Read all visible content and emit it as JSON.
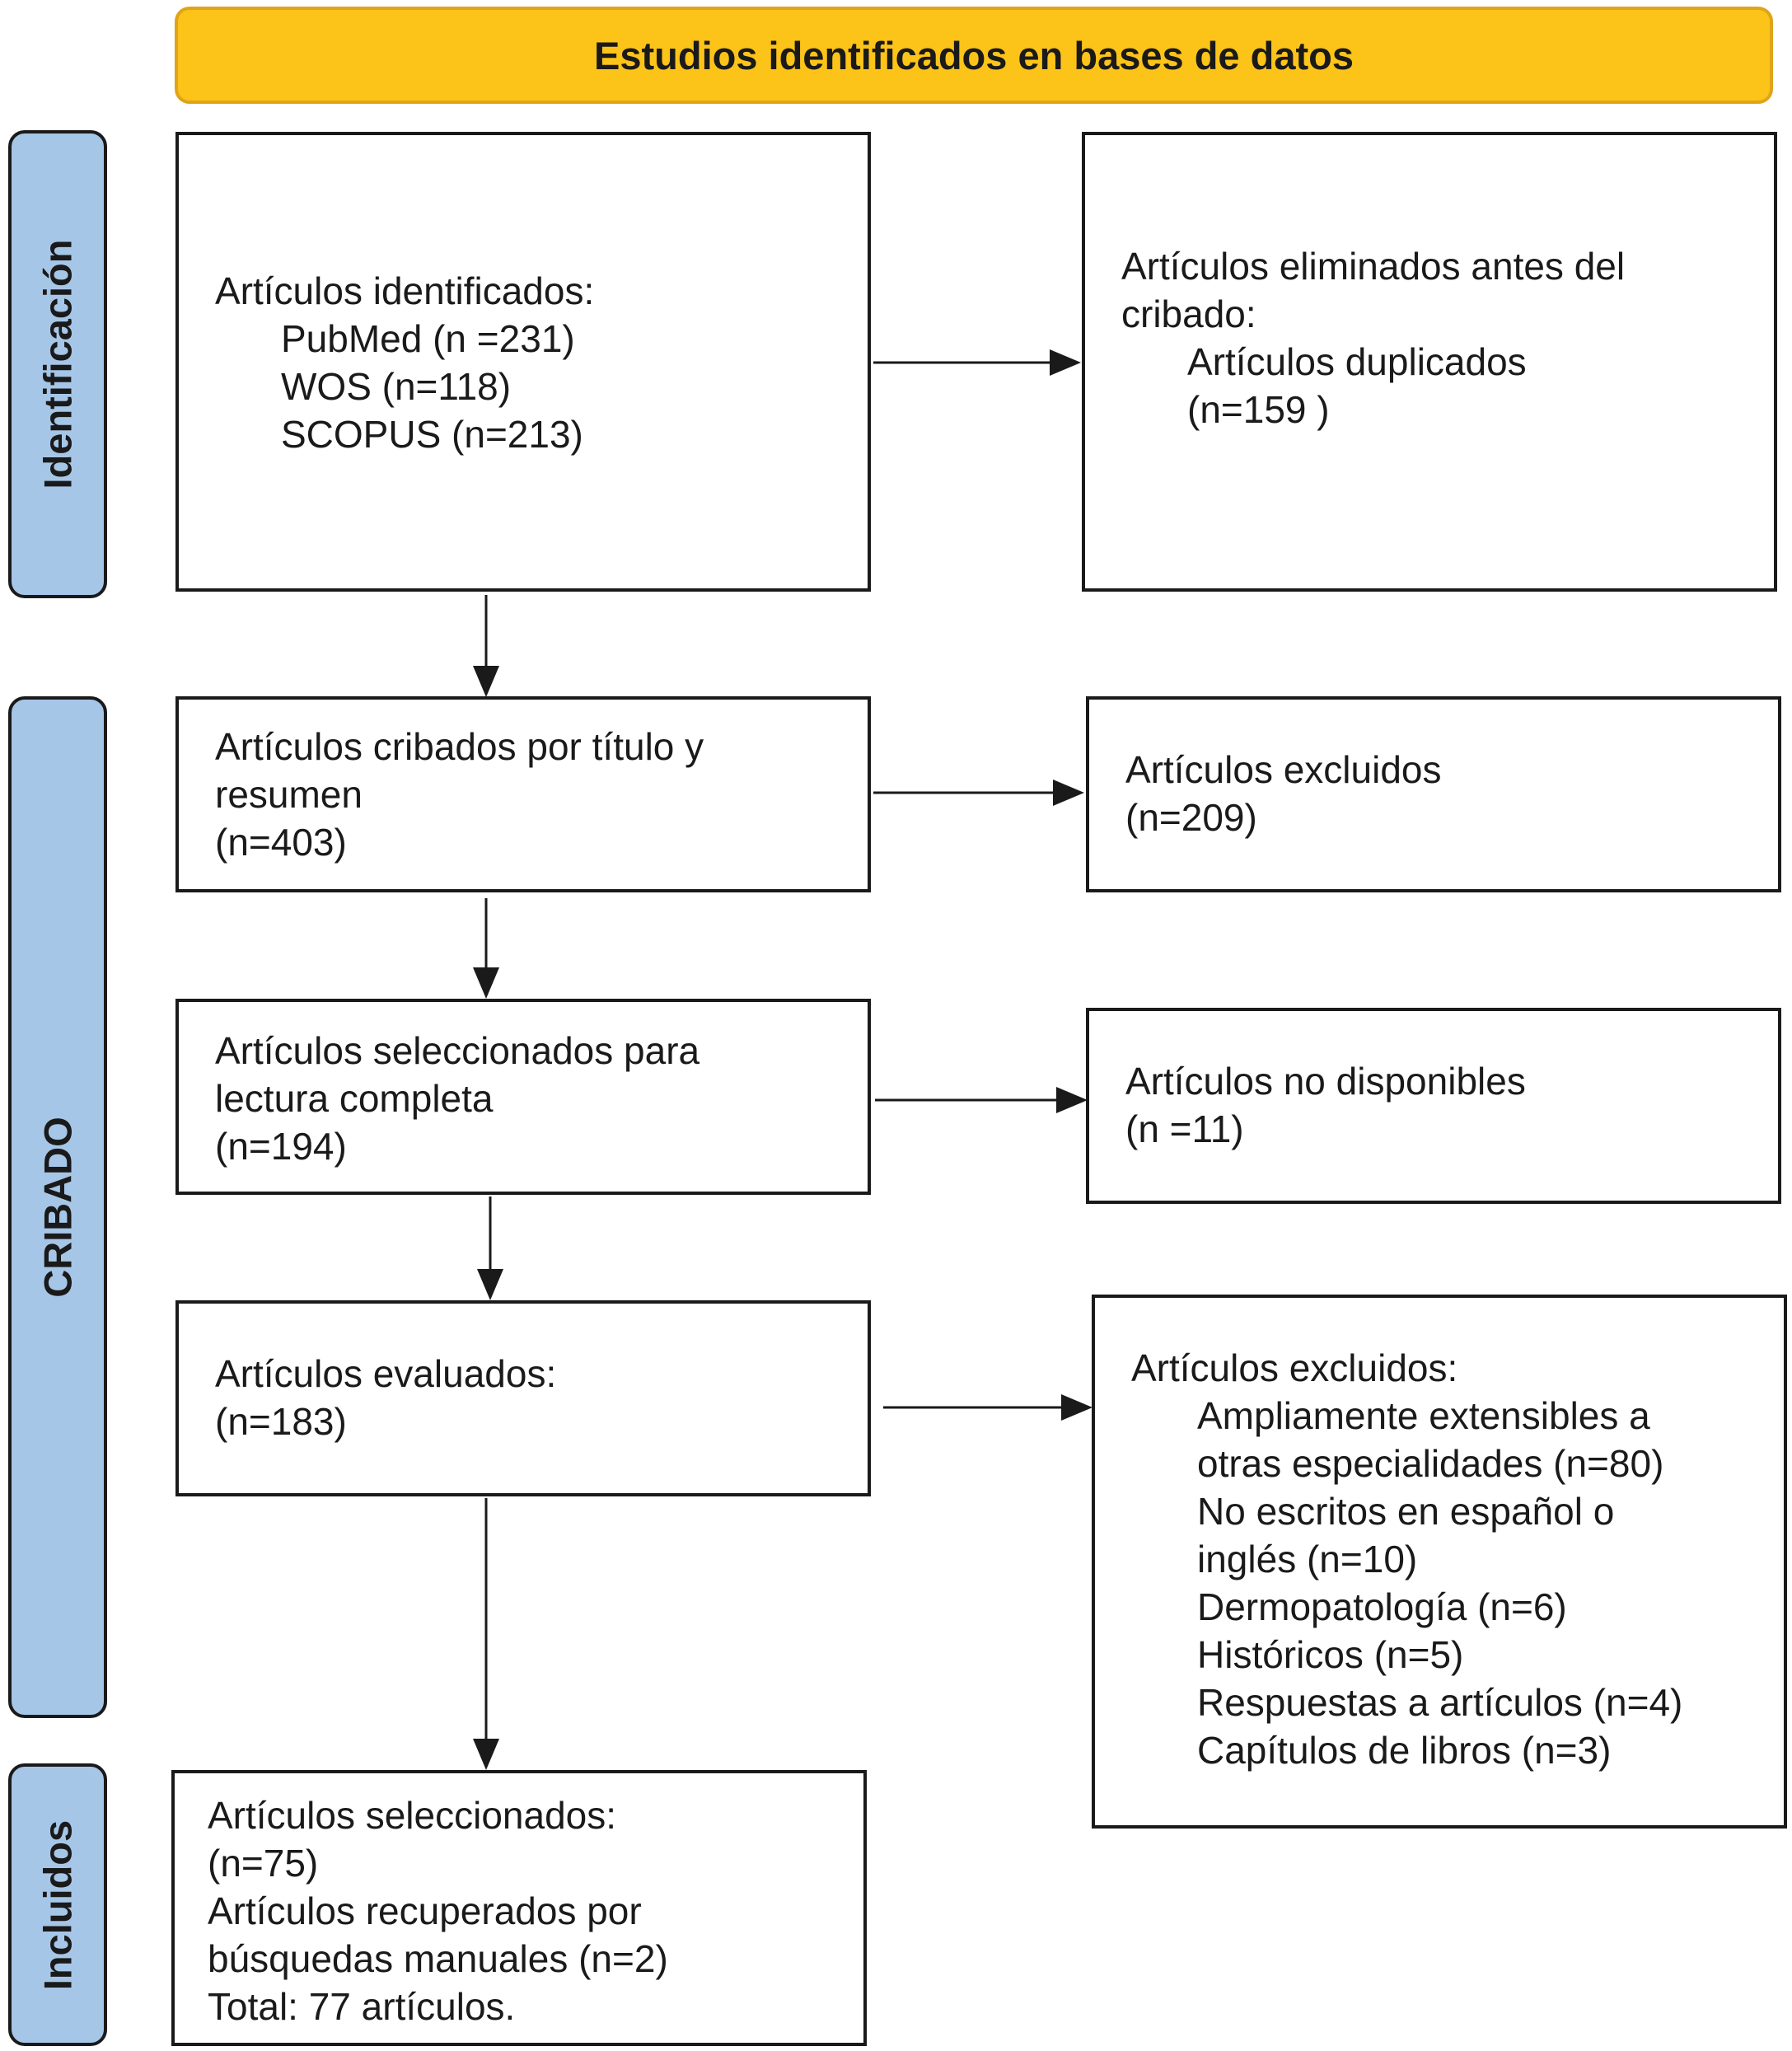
{
  "header": {
    "title": "Estudios identificados en bases de datos"
  },
  "phases": {
    "identificacion": "Identificación",
    "cribado": "CRIBADO",
    "incluidos": "Incluidos"
  },
  "boxes": {
    "identified": {
      "title": "Artículos identificados:",
      "items": [
        "PubMed (n =231)",
        "WOS (n=118)",
        "SCOPUS (n=213)"
      ]
    },
    "removed": {
      "title_line1": "Artículos eliminados antes del",
      "title_line2": "cribado:",
      "items": [
        "Artículos duplicados",
        "(n=159 )"
      ]
    },
    "screened": {
      "lines": [
        "Artículos cribados por título y",
        "resumen",
        "(n=403)"
      ]
    },
    "excluded1": {
      "lines": [
        "Artículos excluidos",
        "(n=209)"
      ]
    },
    "selected_full": {
      "lines": [
        "Artículos seleccionados para",
        "lectura completa",
        "(n=194)"
      ]
    },
    "unavailable": {
      "lines": [
        "Artículos no disponibles",
        "(n =11)"
      ]
    },
    "evaluated": {
      "lines": [
        "Artículos evaluados:",
        "(n=183)"
      ]
    },
    "excluded2": {
      "title": "Artículos excluidos:",
      "items": [
        "Ampliamente extensibles a",
        "otras especialidades (n=80)",
        "No escritos en español o",
        "inglés (n=10)",
        "Dermopatología (n=6)",
        "Históricos (n=5)",
        "Respuestas a artículos (n=4)",
        "Capítulos de libros (n=3)"
      ]
    },
    "included": {
      "lines": [
        "Artículos seleccionados:",
        "(n=75)",
        "Artículos recuperados por",
        "búsquedas manuales (n=2)",
        "Total: 77 artículos."
      ]
    }
  }
}
